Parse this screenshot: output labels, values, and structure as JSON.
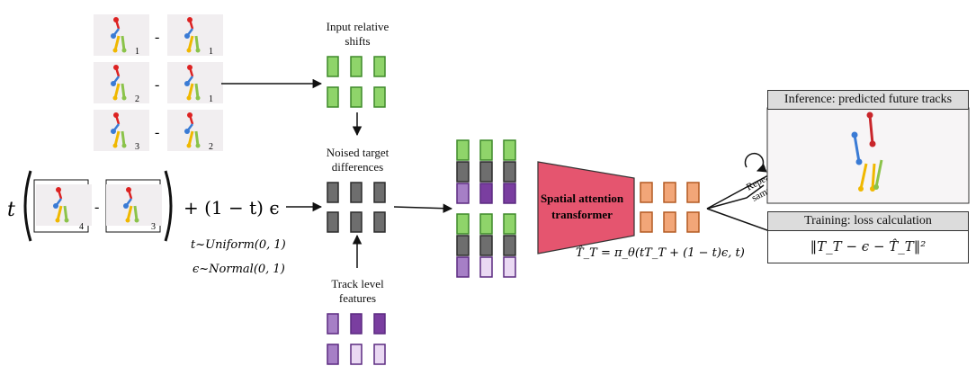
{
  "labels": {
    "input_shifts": [
      "Input relative",
      "shifts"
    ],
    "noised_targets": [
      "Noised target",
      "differences"
    ],
    "track_features": [
      "Track level",
      "features"
    ],
    "transformer": [
      "Spatial attention",
      "transformer"
    ],
    "repeated_sampling": [
      "Repeated",
      "sampling"
    ],
    "inference_title": "Inference: predicted future tracks",
    "training_title": "Training: loss calculation"
  },
  "frames": {
    "top_pairs": [
      {
        "left": "1",
        "right": "1"
      },
      {
        "left": "2",
        "right": "1"
      },
      {
        "left": "3",
        "right": "2"
      }
    ],
    "target_pair": {
      "left": "4",
      "right": "3"
    },
    "minus_sign": "-"
  },
  "math": {
    "t_var": "t",
    "noise_term": "+ (1 − t) ϵ",
    "t_dist": "t~Uniform(0, 1)",
    "eps_dist": "ϵ~Normal(0, 1)",
    "prediction": "T̂_T = π_θ(tT_T + (1 − t)ϵ, t)",
    "loss": "‖T_T − ϵ − T̂_T‖²"
  },
  "colors": {
    "green": "#8fd46a",
    "green_edge": "#3f8a2a",
    "gray": "#6e6e6e",
    "gray_edge": "#2b2b2b",
    "purple_dark": "#7a3ea0",
    "purple_mid": "#a67fc6",
    "purple_light": "#ead9f3",
    "purple_edge": "#5b2a80",
    "orange": "#f2a678",
    "orange_edge": "#b35a22",
    "transformer": "#e5556f",
    "transformer_edge": "#333333",
    "header_gray": "#dcdcdc"
  }
}
